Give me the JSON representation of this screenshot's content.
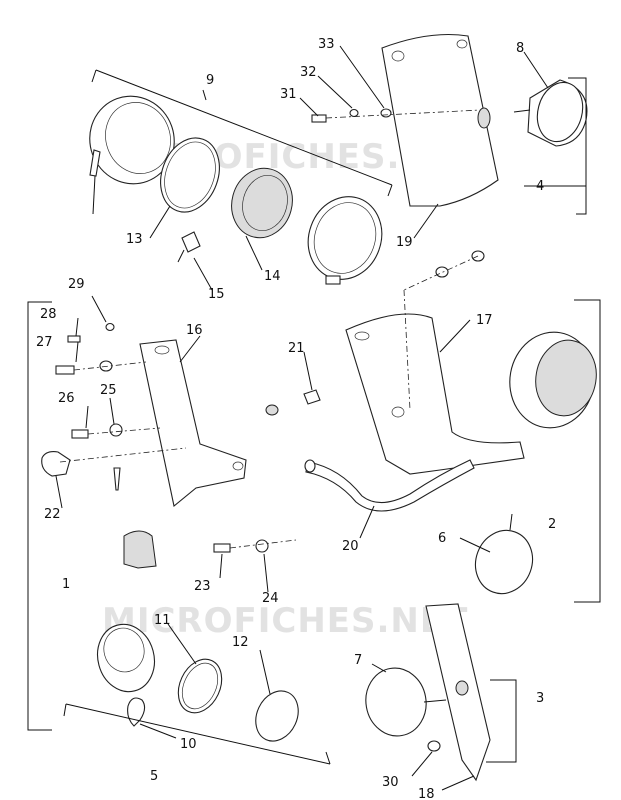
{
  "watermarks": [
    "MICROFICHES.NET",
    "MICROFICHES.NET"
  ],
  "callouts": {
    "n1": "1",
    "n2": "2",
    "n3": "3",
    "n4": "4",
    "n5": "5",
    "n6": "6",
    "n7": "7",
    "n8": "8",
    "n9": "9",
    "n10": "10",
    "n11": "11",
    "n12": "12",
    "n13": "13",
    "n14": "14",
    "n15": "15",
    "n16": "16",
    "n17": "17",
    "n18": "18",
    "n19": "19",
    "n20": "20",
    "n21": "21",
    "n22": "22",
    "n23": "23",
    "n24": "24",
    "n25": "25",
    "n26": "26",
    "n27": "27",
    "n28": "28",
    "n29": "29",
    "n30": "30",
    "n31": "31",
    "n32": "32",
    "n33": "33"
  },
  "icons": [
    "headlight-shell",
    "lens-ring",
    "lens",
    "bezel-rim",
    "mounting-plate",
    "turn-signal",
    "bracket",
    "handlebar-bar",
    "bulb",
    "bolt",
    "washer",
    "nut"
  ]
}
